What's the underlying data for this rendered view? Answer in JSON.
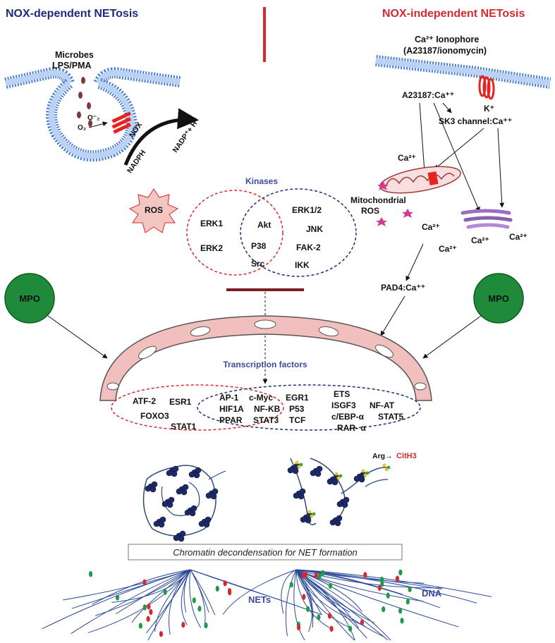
{
  "headers": {
    "left_title": "NOX-dependent NETosis",
    "right_title": "NOX-independent NETosis"
  },
  "left_pathway": {
    "stimulus_line1": "Microbes",
    "stimulus_line2": "LPS/PMA",
    "o2_radical": "O⁻₂",
    "o2": "O₂",
    "nox": "NOX",
    "nadph": "NADPH",
    "nadp": "NADP⁺+ H⁺",
    "ros": "ROS",
    "mpo": "MPO"
  },
  "right_pathway": {
    "ionophore_line1": "Ca²⁺ Ionophore",
    "ionophore_line2": "(A23187/ionomycin)",
    "a23187": "A23187:Ca⁺⁺",
    "k_ion": "K⁺",
    "sk3": "SK3 channel:Ca⁺⁺",
    "ca_mito": "Ca²⁺",
    "mito_ros_line1": "Mitochondrial",
    "mito_ros_line2": "ROS",
    "ca_1": "Ca²⁺",
    "ca_2": "Ca²⁺",
    "ca_3": "Ca²⁺",
    "ca_4": "Ca²⁺",
    "pad4": "PAD4:Ca⁺⁺",
    "mpo": "MPO"
  },
  "kinases": {
    "title": "Kinases",
    "left_only": [
      "ERK1",
      "ERK2"
    ],
    "shared": [
      "Akt",
      "P38",
      "Src"
    ],
    "right_only": [
      "ERK1/2",
      "JNK",
      "FAK-2",
      "IKK"
    ]
  },
  "transcription_factors": {
    "title": "Transcription factors",
    "left_only": [
      "ATF-2",
      "ESR1",
      "FOXO3",
      "STAT1"
    ],
    "shared": [
      "AP-1",
      "c-Myc",
      "EGR1",
      "HIF1A",
      "NF-KB",
      "P53",
      "PPAR",
      "STAT3",
      "TCF"
    ],
    "right_only": [
      "ETS",
      "ISGF3",
      "NF-AT",
      "c/EBP-α",
      "STAT5",
      "RAR- α"
    ]
  },
  "chromatin": {
    "arg_label": "Arg→",
    "cith3_label": "CitH3",
    "caption": "Chromatin decondensation for NET formation"
  },
  "nets": {
    "nets_label": "NETs",
    "dna_label": "DNA"
  },
  "colors": {
    "left_accent": "#1f2a7a",
    "right_accent": "#d7282f",
    "kinase_title": "#3b4aa0",
    "mpo_fill": "#1e8a3a",
    "ros_fill": "#f4c6c0",
    "nucleus_fill": "#f2bfbf"
  }
}
